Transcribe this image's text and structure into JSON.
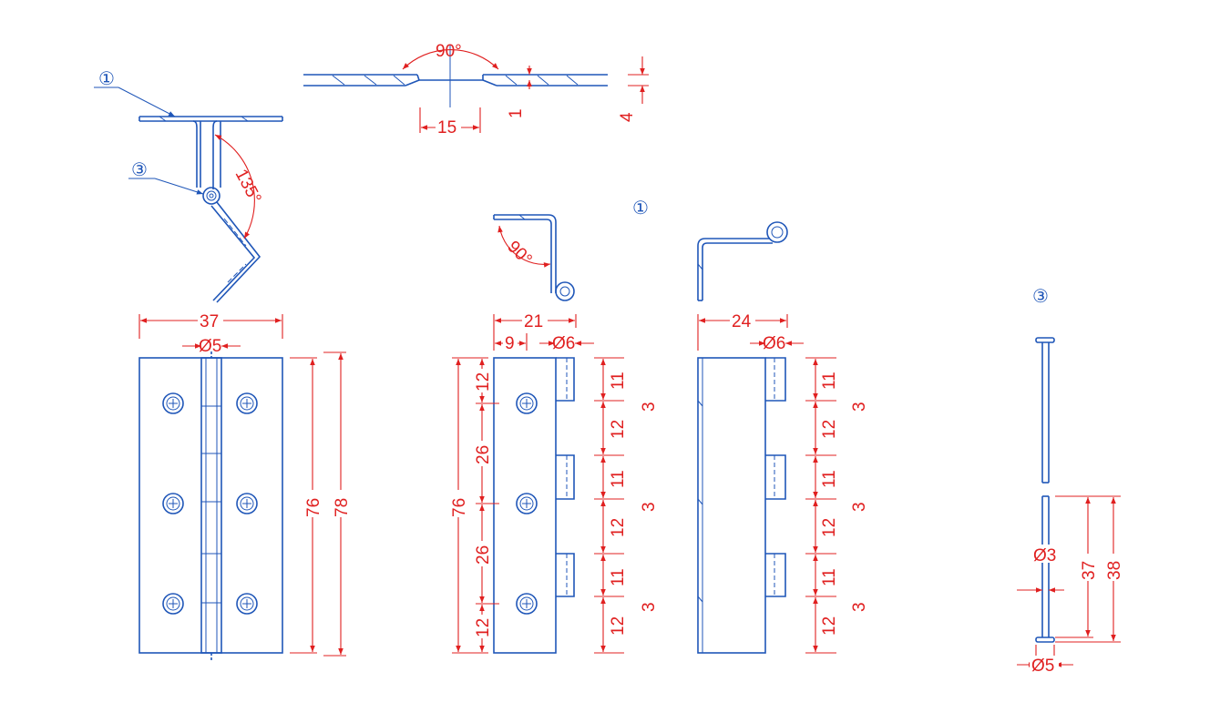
{
  "callouts": {
    "part1": "①",
    "part3": "③"
  },
  "dims": {
    "angle_90_top": "90°",
    "hole_15": "15",
    "val_1": "1",
    "val_4": "4",
    "angle_135": "135°",
    "angle_90_leaf": "90°",
    "width_37": "37",
    "dia_5": "Ø5",
    "height_76": "76",
    "height_78": "78",
    "width_21": "21",
    "width_9": "9",
    "dia_6a": "Ø6",
    "left_12a": "12",
    "left_26a": "26",
    "left_76": "76",
    "left_26b": "26",
    "left_12b": "12",
    "kn_11a": "11",
    "kn_12a": "12",
    "kn_11b": "11",
    "kn_12b": "12",
    "kn_11c": "11",
    "kn_12c": "12",
    "kn_3a": "3",
    "kn_3b": "3",
    "kn_3c": "3",
    "width_24": "24",
    "dia_6b": "Ø6",
    "r_11a": "11",
    "r_12a": "12",
    "r_11b": "11",
    "r_12b": "12",
    "r_11c": "11",
    "r_12c": "12",
    "r_3a": "3",
    "r_3b": "3",
    "r_3c": "3",
    "pin_dia3": "Ø3",
    "pin_37": "37",
    "pin_38": "38",
    "pin_dia5": "Ø5"
  },
  "colors": {
    "outline": "#1f56b8",
    "dimension": "#e02020"
  }
}
